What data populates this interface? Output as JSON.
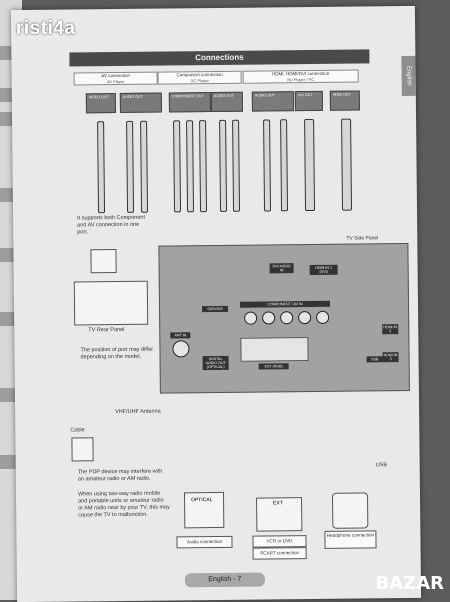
{
  "watermark": "risti4a",
  "header": {
    "title": "Connections",
    "language_tab": "English"
  },
  "sections": [
    {
      "title": "AV connection",
      "sub": "AV Player"
    },
    {
      "title": "Component connection",
      "sub": "DC Player"
    },
    {
      "title": "HDMI, HDMI/DVI connection",
      "sub": "BD Player / PC"
    }
  ],
  "devices": [
    "VIDEO OUT",
    "AUDIO OUT",
    "COMPONENT OUT",
    "AUDIO OUT",
    "AUDIO OUT",
    "DVI OUT",
    "HDMI OUT"
  ],
  "notes": {
    "component_av": "It supports both Component and AV connection in one port.",
    "panel_position": "The position of port may differ depending on the model.",
    "pdp": "The PDP device may interfere with an amateur radio or AM radio.",
    "radio": "When using two-way radio mobile and portable units or amateur radio or AM radio near by your TV, this may cause the TV to malfunction."
  },
  "labels": {
    "tv_rear": "TV Rear Panel",
    "tv_side": "TV Side Panel",
    "usb_port_label": "USB",
    "antenna": "VHF/UHF Antenna",
    "cable": "Cable",
    "usb_stick": "USB",
    "audio_conn": "Audio connection",
    "scart_conn": "SCART connection",
    "headphone_conn": "Headphone connection",
    "optical_dev": "OPTICAL",
    "ext_dev": "EXT",
    "ext_rgb": "EXT (RGB)",
    "dvd_label": "VCR or DVD"
  },
  "ports": {
    "dvi_audio": "DVI AUDIO IN",
    "hdmi_in": "HDMI IN 1 (DVI)",
    "service": "SERVICE",
    "component": "COMPONENT / AV IN",
    "ant_in": "ANT IN",
    "digital_audio": "DIGITAL AUDIO OUT (OPTICAL)",
    "hdmi2": "HDMI IN 2",
    "hdmi3": "HDMI IN 3",
    "usb": "USB"
  },
  "footer": {
    "page": "English - 7"
  },
  "brand_watermark": "BAZAR"
}
